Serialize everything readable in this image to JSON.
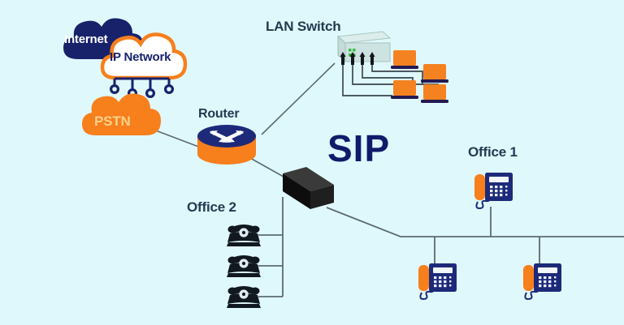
{
  "diagram": {
    "title": "SIP",
    "background_color": "#dff8fb",
    "accent_orange": "#f77f1c",
    "accent_navy": "#18226b",
    "label_dark": "#253a52"
  },
  "nodes": {
    "internet_cloud": {
      "label": "Internet",
      "icon": "cloud-icon",
      "fill": "#18226b",
      "text_color": "#ffffff"
    },
    "ip_network_cloud": {
      "label": "IP Network",
      "icon": "cloud-icon",
      "fill": "#ffffff",
      "stroke": "#f77f1c",
      "text_color": "#18226b",
      "connector_nodes": 4
    },
    "pstn_cloud": {
      "label": "PSTN",
      "icon": "cloud-icon",
      "fill": "#f77f1c",
      "text_color": "#ffd18a"
    },
    "router": {
      "label": "Router",
      "icon": "router-icon",
      "top_fill": "#1d2a7a",
      "body_fill": "#f77f1c",
      "arrows": 4
    },
    "lan_switch": {
      "label": "LAN Switch",
      "icon": "switch-icon",
      "fill": "#cfe3e1",
      "led_color": "#35c23a",
      "ports": 4
    },
    "pbx": {
      "label": "",
      "icon": "pbx-box-icon",
      "fill": "#1a1a1a"
    },
    "office1": {
      "label": "Office 1",
      "icon": "voip-phone-icon",
      "phone_count": 3,
      "body_fill": "#1d2a7a",
      "handset_fill": "#f77f1c"
    },
    "office2": {
      "label": "Office 2",
      "icon": "analog-phone-icon",
      "phone_count": 3,
      "fill": "#111820"
    },
    "laptops": {
      "label": "",
      "icon": "laptop-icon",
      "count": 4,
      "screen_fill": "#f58220",
      "base_fill": "#241a52"
    }
  },
  "links": [
    {
      "from": "pstn_cloud",
      "to": "router"
    },
    {
      "from": "router",
      "to": "lan_switch"
    },
    {
      "from": "router",
      "to": "pbx"
    },
    {
      "from": "pbx",
      "to": "office2_bus"
    },
    {
      "from": "pbx",
      "to": "office1_bus"
    },
    {
      "from": "lan_switch",
      "to": "laptops"
    }
  ]
}
